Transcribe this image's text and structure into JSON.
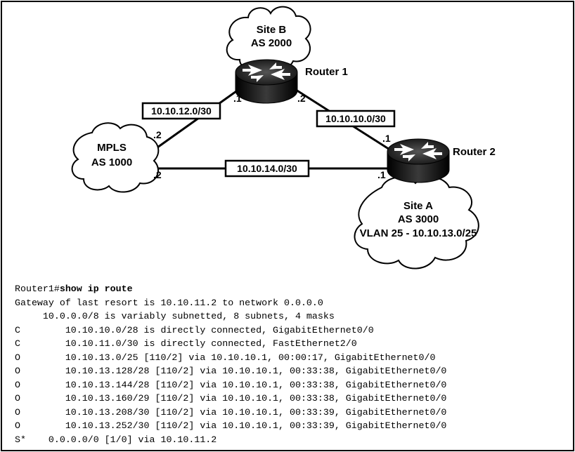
{
  "diagram": {
    "site_b": {
      "name": "Site B",
      "as": "AS 2000"
    },
    "mpls": {
      "name": "MPLS",
      "as": "AS 1000"
    },
    "site_a": {
      "name": "Site A",
      "as": "AS 3000",
      "vlan": "VLAN 25 - 10.10.13.0/25"
    },
    "router1": {
      "name": "Router 1"
    },
    "router2": {
      "name": "Router 2"
    },
    "links": {
      "mpls_r1": "10.10.12.0/30",
      "r1_r2": "10.10.10.0/30",
      "mpls_r2": "10.10.14.0/30"
    },
    "hosts": {
      "r1_left": ".1",
      "r1_right": ".2",
      "mpls_top": ".2",
      "mpls_bottom": ".2",
      "r2_top": ".1",
      "r2_left": ".1"
    }
  },
  "terminal": {
    "prompt": "Router1#",
    "command": "show ip route",
    "lines": [
      "Gateway of last resort is 10.10.11.2 to network 0.0.0.0",
      "     10.0.0.0/8 is variably subnetted, 8 subnets, 4 masks",
      "C        10.10.10.0/28 is directly connected, GigabitEthernet0/0",
      "C        10.10.11.0/30 is directly connected, FastEthernet2/0",
      "O        10.10.13.0/25 [110/2] via 10.10.10.1, 00:00:17, GigabitEthernet0/0",
      "O        10.10.13.128/28 [110/2] via 10.10.10.1, 00:33:38, GigabitEthernet0/0",
      "O        10.10.13.144/28 [110/2] via 10.10.10.1, 00:33:38, GigabitEthernet0/0",
      "O        10.10.13.160/29 [110/2] via 10.10.10.1, 00:33:38, GigabitEthernet0/0",
      "O        10.10.13.208/30 [110/2] via 10.10.10.1, 00:33:39, GigabitEthernet0/0",
      "O        10.10.13.252/30 [110/2] via 10.10.10.1, 00:33:39, GigabitEthernet0/0",
      "S*    0.0.0.0/0 [1/0] via 10.10.11.2"
    ]
  }
}
